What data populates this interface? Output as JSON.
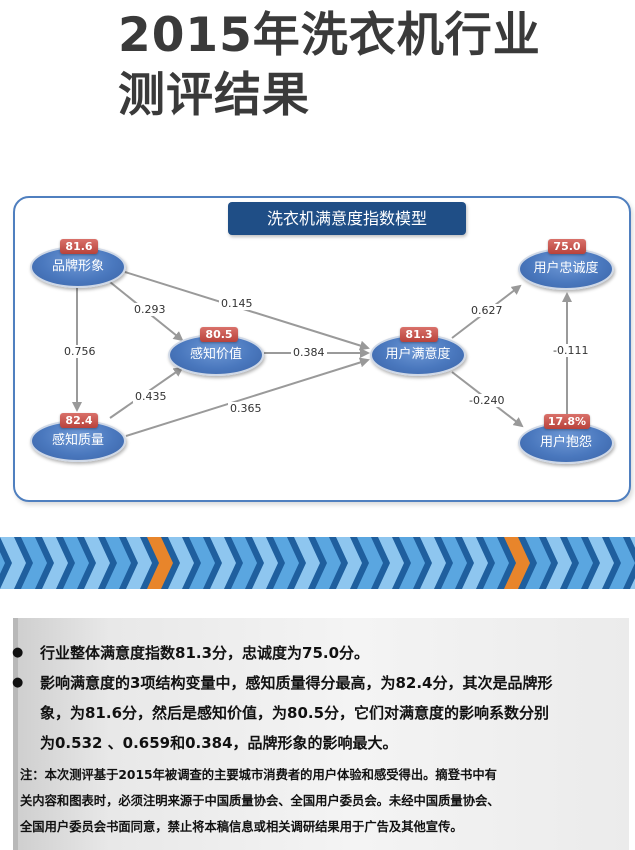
{
  "title": {
    "line1": "2015年洗衣机行业",
    "line2": "测评结果"
  },
  "diagram": {
    "heading": "洗衣机满意度指数模型",
    "nodes": {
      "brand": {
        "label": "品牌形象",
        "score": "81.6"
      },
      "value": {
        "label": "感知价值",
        "score": "80.5"
      },
      "quality": {
        "label": "感知质量",
        "score": "82.4"
      },
      "satisfaction": {
        "label": "用户满意度",
        "score": "81.3"
      },
      "loyalty": {
        "label": "用户忠诚度",
        "score": "75.0"
      },
      "complaint": {
        "label": "用户抱怨",
        "score": "17.8%"
      }
    },
    "edges": {
      "brand_value": "0.293",
      "brand_satisfaction": "0.145",
      "brand_quality": "0.756",
      "value_satisfaction": "0.384",
      "quality_value": "0.435",
      "quality_satisfaction": "0.365",
      "satisfaction_loyalty": "0.627",
      "satisfaction_complaint": "-0.240",
      "complaint_loyalty": "-0.111"
    },
    "colors": {
      "node": "#4a78be",
      "badge": "#c2504a",
      "heading_bg": "#1f4e86",
      "arrow": "#999999"
    }
  },
  "summary": {
    "bullet1": "行业整体满意度指数81.3分，忠诚度为75.0分。",
    "bullet2_line1": "影响满意度的3项结构变量中，感知质量得分最高，为82.4分，其次是品牌形",
    "bullet2_line2": "象，为81.6分，然后是感知价值，为80.5分，它们对满意度的影响系数分别",
    "bullet2_line3": "为0.532 、0.659和0.384，品牌形象的影响最大。",
    "note_line1": "注：本次测评基于2015年被调查的主要城市消费者的用户体验和感受得出。摘登书中有",
    "note_line2": "关内容和图表时，必须注明来源于中国质量协会、全国用户委员会。未经中国质量协会、",
    "note_line3": "全国用户委员会书面同意，禁止将本稿信息或相关调研结果用于广告及其他宣传。"
  }
}
